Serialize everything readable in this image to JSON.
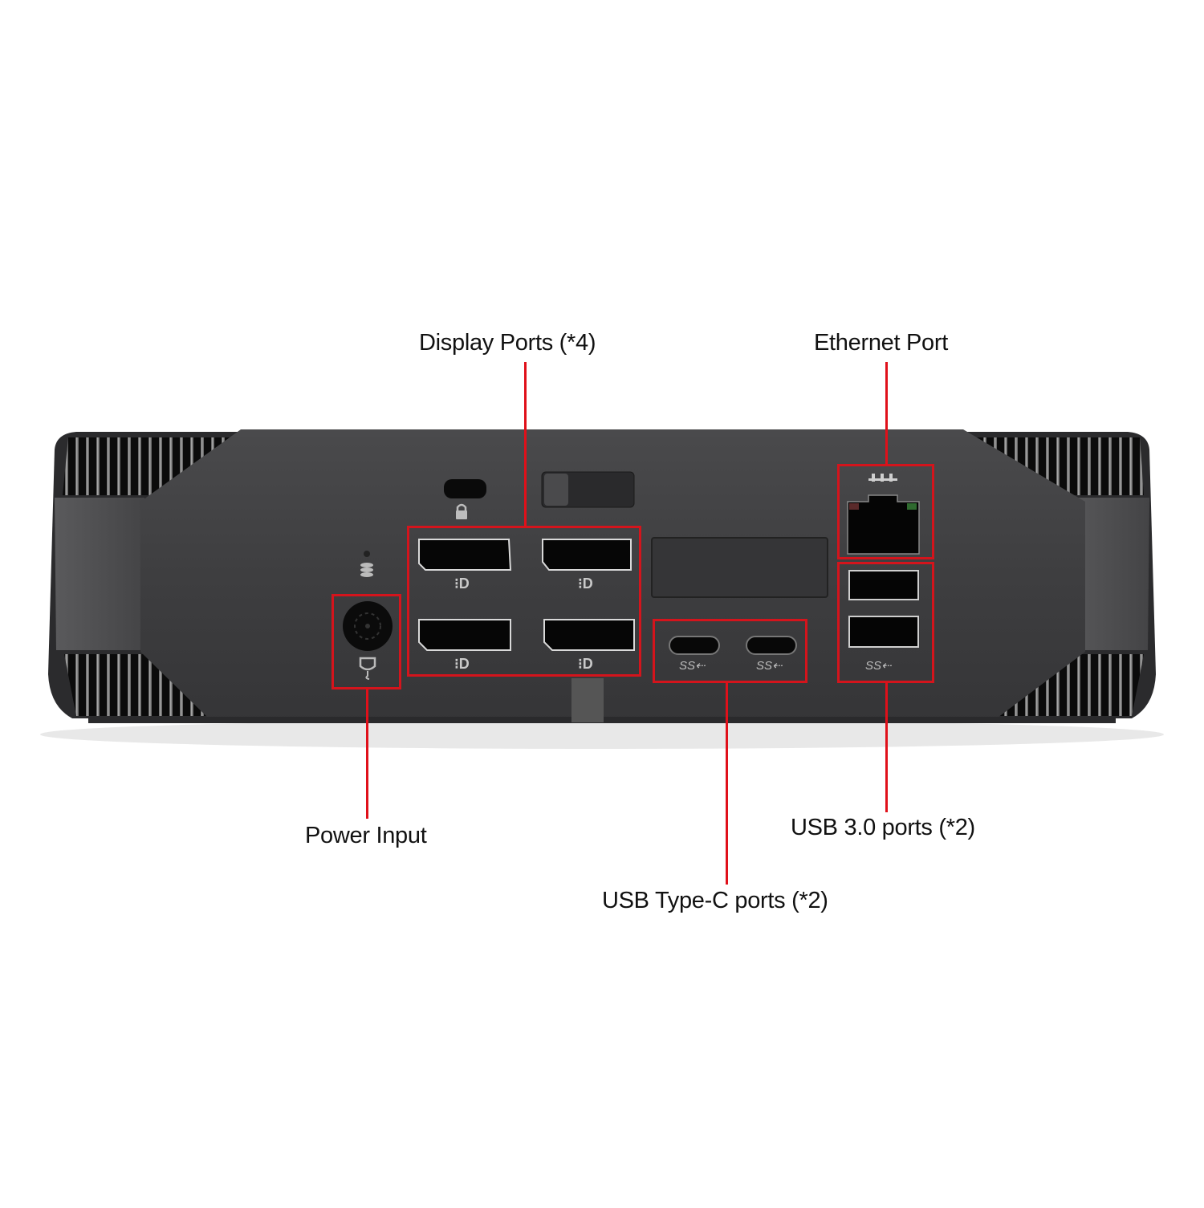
{
  "callouts": {
    "display_ports": "Display Ports (*4)",
    "ethernet_port": "Ethernet Port",
    "power_input": "Power Input",
    "usb_type_c": "USB Type-C ports (*2)",
    "usb_30": "USB 3.0 ports (*2)"
  },
  "port_glyphs": {
    "displayport": "⁝D",
    "superspeed_usb": "SS⇠",
    "lock": "🔒",
    "ethernet": "品",
    "power": "⏚"
  },
  "colors": {
    "callout_red": "#d4141c",
    "chassis": "#3d3d3f",
    "background": "#ffffff"
  }
}
